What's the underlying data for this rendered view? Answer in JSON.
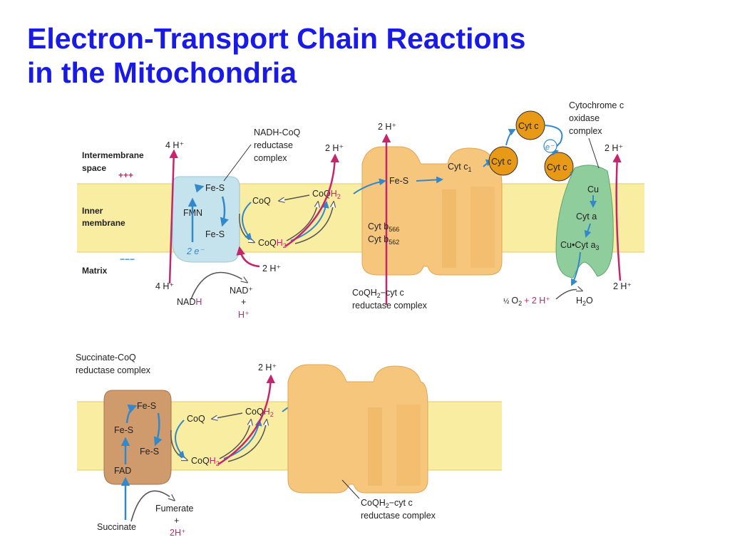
{
  "title": {
    "line1": "Electron-Transport Chain Reactions",
    "line2": "in the Mitochondria"
  },
  "colors": {
    "title": "#1a1ae6",
    "membrane": "#f8eda0",
    "complex": "#f6c67c",
    "complex_I": "#c5e3ec",
    "complex_II": "#cf9a6c",
    "complex_IV": "#8fce9c",
    "cyt_c": "#e89a16",
    "proton_arrow": "#c4266e",
    "electron_arrow": "#3388cc"
  },
  "top_panel": {
    "regions": {
      "intermembrane": "Intermembrane",
      "space": "space",
      "plus": "+++",
      "inner": "Inner",
      "membrane": "membrane",
      "minus": "−−−",
      "matrix": "Matrix"
    },
    "complex_I": {
      "name_1": "NADH-CoQ",
      "name_2": "reductase",
      "name_3": "complex",
      "fes_top": "Fe-S",
      "fmn": "FMN",
      "fes_bottom": "Fe-S",
      "two_e": "2 e⁻",
      "proton_out": "4 H⁺",
      "proton_in": "4 H⁺",
      "nadh_a": "NAD",
      "nadh_b": "H",
      "nad_plus": "NAD⁺",
      "plus": "+",
      "h_plus": "H⁺"
    },
    "coq": {
      "coq_left": "CoQ",
      "coq_right_a": "CoQ",
      "coq_right_b": "H",
      "coq_right_sub": "2",
      "coqh2_a": "CoQ",
      "coqh2_b": "H",
      "coqh2_sub": "2",
      "proton_in": "2 H⁺",
      "proton_out": "2 H⁺"
    },
    "complex_III": {
      "proton_out": "2 H⁺",
      "fes": "Fe-S",
      "cyt_c1": "Cyt c",
      "cyt_c1_sub": "1",
      "b566": "Cyt b",
      "b566_sub": "566",
      "b562": "Cyt b",
      "b562_sub": "562",
      "name_1": "CoQH",
      "name_1_sub": "2",
      "name_1_rest": "−cyt c",
      "name_2": "reductase complex"
    },
    "cyt_c": {
      "label": "Cyt c",
      "e_label": "e⁻"
    },
    "complex_IV": {
      "name_1": "Cytochrome c",
      "name_2": "oxidase",
      "name_3": "complex",
      "proton_out": "2 H⁺",
      "proton_in": "2 H⁺",
      "cu": "Cu",
      "cyt_a": "Cyt a",
      "cu_cyt_a3": "Cu•Cyt a",
      "cu_cyt_a3_sub": "3",
      "half": "½",
      "o2": "O",
      "o2_sub": "2",
      "plus_2h": "+ 2 H⁺",
      "h2o_a": "H",
      "h2o_sub": "2",
      "h2o_b": "O"
    }
  },
  "bottom_panel": {
    "complex_II": {
      "name_1": "Succinate-CoQ",
      "name_2": "reductase complex",
      "fes_top": "Fe-S",
      "fes_mid": "Fe-S",
      "fes_low": "Fe-S",
      "fad": "FAD",
      "succinate": "Succinate",
      "fumerate": "Fumerate",
      "plus": "+",
      "two_h": "2H⁺"
    },
    "coq": {
      "coq_left": "CoQ",
      "coq_right_a": "CoQ",
      "coq_right_b": "H",
      "coq_right_sub": "2",
      "coqh2_a": "CoQ",
      "coqh2_b": "H",
      "coqh2_sub": "2",
      "proton_out": "2 H⁺"
    },
    "complex_III": {
      "name_1": "CoQH",
      "name_1_sub": "2",
      "name_1_rest": "−cyt c",
      "name_2": "reductase complex"
    }
  }
}
